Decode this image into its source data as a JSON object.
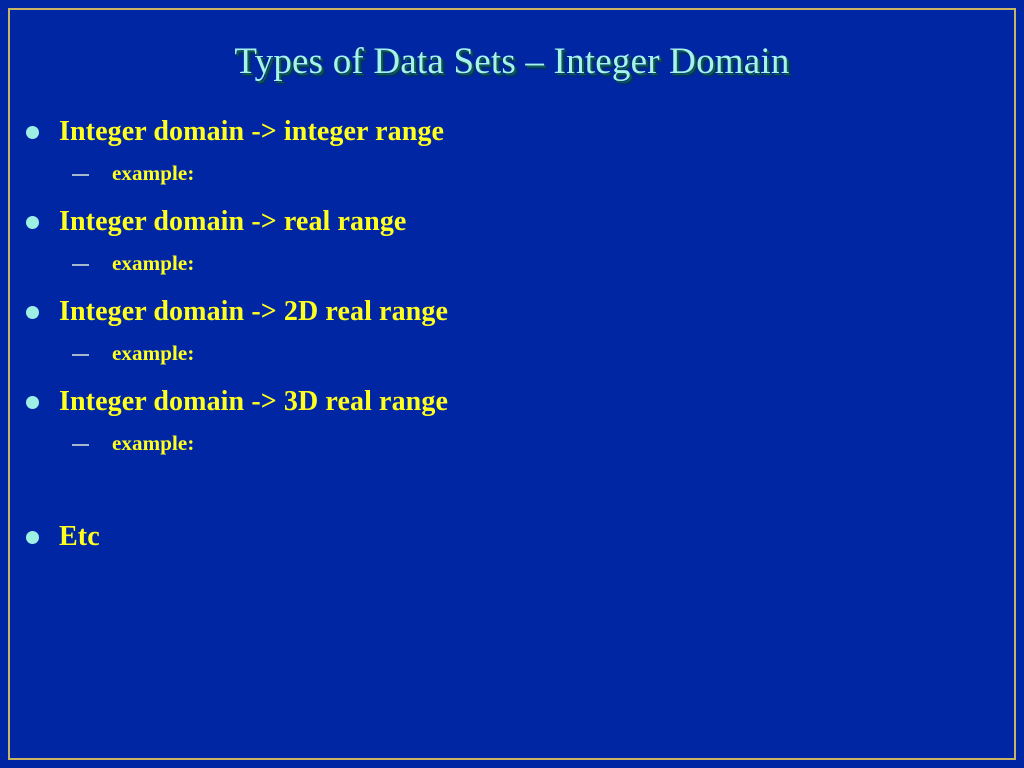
{
  "slide": {
    "title": "Types of Data Sets – Integer Domain",
    "background_color": "#0026a3",
    "frame_color": "#c8b464",
    "title_color": "#a8f2ee",
    "title_shadow_color": "#0d5a52",
    "body_text_color": "#ffff20",
    "bullet_dot_color": "#9ff0e4",
    "bullet_dash_color": "#a6b6cf",
    "content": [
      {
        "level": 1,
        "text": "Integer domain -> integer range"
      },
      {
        "level": 2,
        "text": "example:"
      },
      {
        "level": 1,
        "text": "Integer domain -> real range"
      },
      {
        "level": 2,
        "text": "example:"
      },
      {
        "level": 1,
        "text": "Integer domain -> 2D real range"
      },
      {
        "level": 2,
        "text": "example:"
      },
      {
        "level": 1,
        "text": "Integer domain -> 3D real range"
      },
      {
        "level": 2,
        "text": "example:"
      },
      {
        "level": 0,
        "text": ""
      },
      {
        "level": 1,
        "text": "Etc"
      }
    ]
  }
}
